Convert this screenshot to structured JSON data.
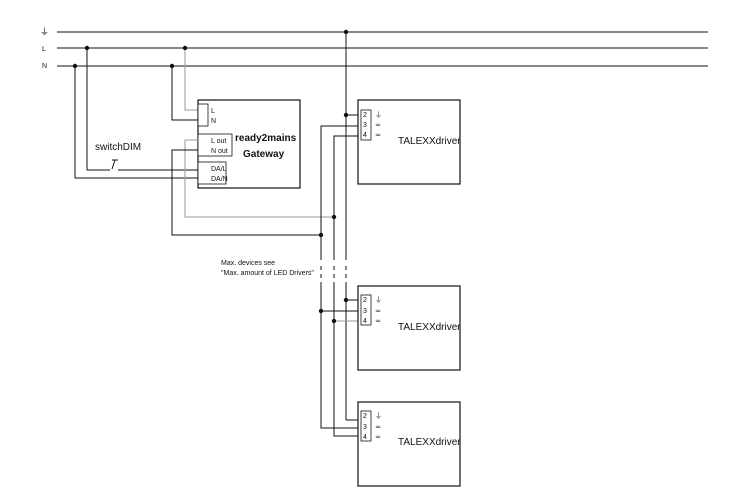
{
  "rails": {
    "earth_symbol": "⏚",
    "line_label": "L",
    "neutral_label": "N"
  },
  "switch": {
    "label": "switchDIM"
  },
  "gateway": {
    "title_line1": "ready2mains",
    "title_line2": "Gateway",
    "terminals": [
      "L",
      "N",
      "L out",
      "N out",
      "DA/L",
      "DA/N"
    ]
  },
  "drivers": [
    {
      "label": "TALEXXdriver",
      "terminal_numbers": [
        "2",
        "3",
        "4"
      ]
    },
    {
      "label": "TALEXXdriver",
      "terminal_numbers": [
        "2",
        "3",
        "4"
      ]
    },
    {
      "label": "TALEXXdriver",
      "terminal_numbers": [
        "2",
        "3",
        "4"
      ]
    }
  ],
  "driver_symbols": {
    "earth": "⏚",
    "dali_1": "≂",
    "dali_2": "≂"
  },
  "note": {
    "line1": "Max. devices see",
    "line2": "\"Max. amount of LED Drivers\""
  }
}
